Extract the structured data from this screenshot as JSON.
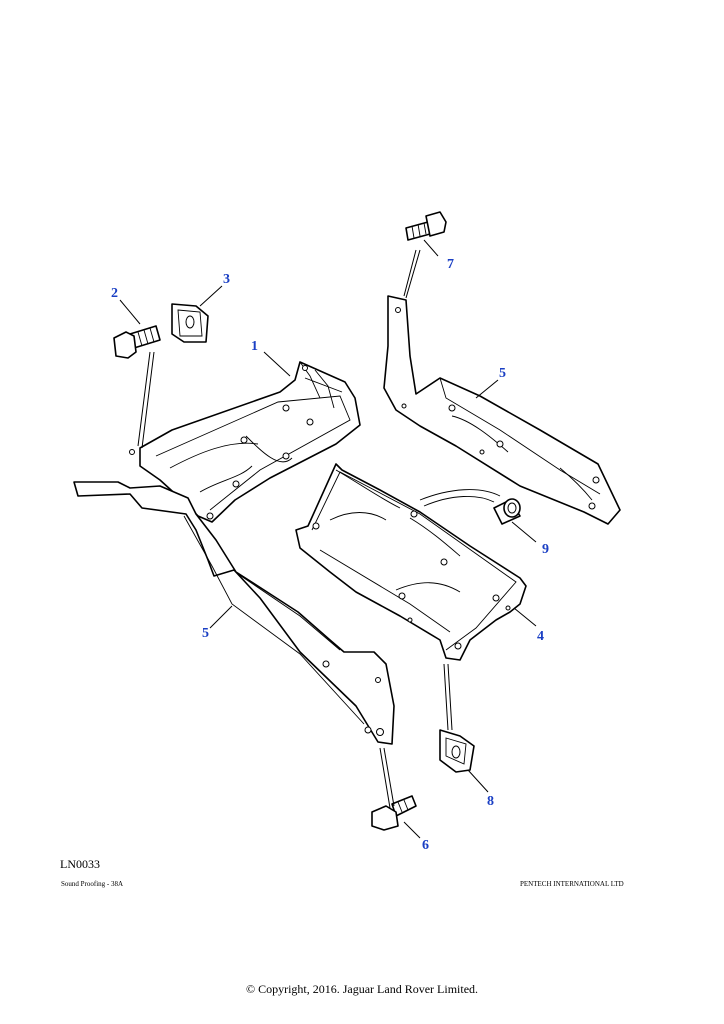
{
  "callouts": [
    {
      "id": "1",
      "label": "1"
    },
    {
      "id": "2",
      "label": "2"
    },
    {
      "id": "3",
      "label": "3"
    },
    {
      "id": "4",
      "label": "4"
    },
    {
      "id": "5a",
      "label": "5"
    },
    {
      "id": "5b",
      "label": "5"
    },
    {
      "id": "6",
      "label": "6"
    },
    {
      "id": "7",
      "label": "7"
    },
    {
      "id": "8",
      "label": "8"
    },
    {
      "id": "9",
      "label": "9"
    }
  ],
  "reference_code": "LN0033",
  "caption_left": "Sound Proofing - 38A",
  "caption_right": "PENTECH INTERNATIONAL LTD",
  "copyright": "© Copyright, 2016. Jaguar Land Rover Limited.",
  "colors": {
    "callout": "#1a3fc4",
    "line": "#000000",
    "background": "#ffffff"
  }
}
